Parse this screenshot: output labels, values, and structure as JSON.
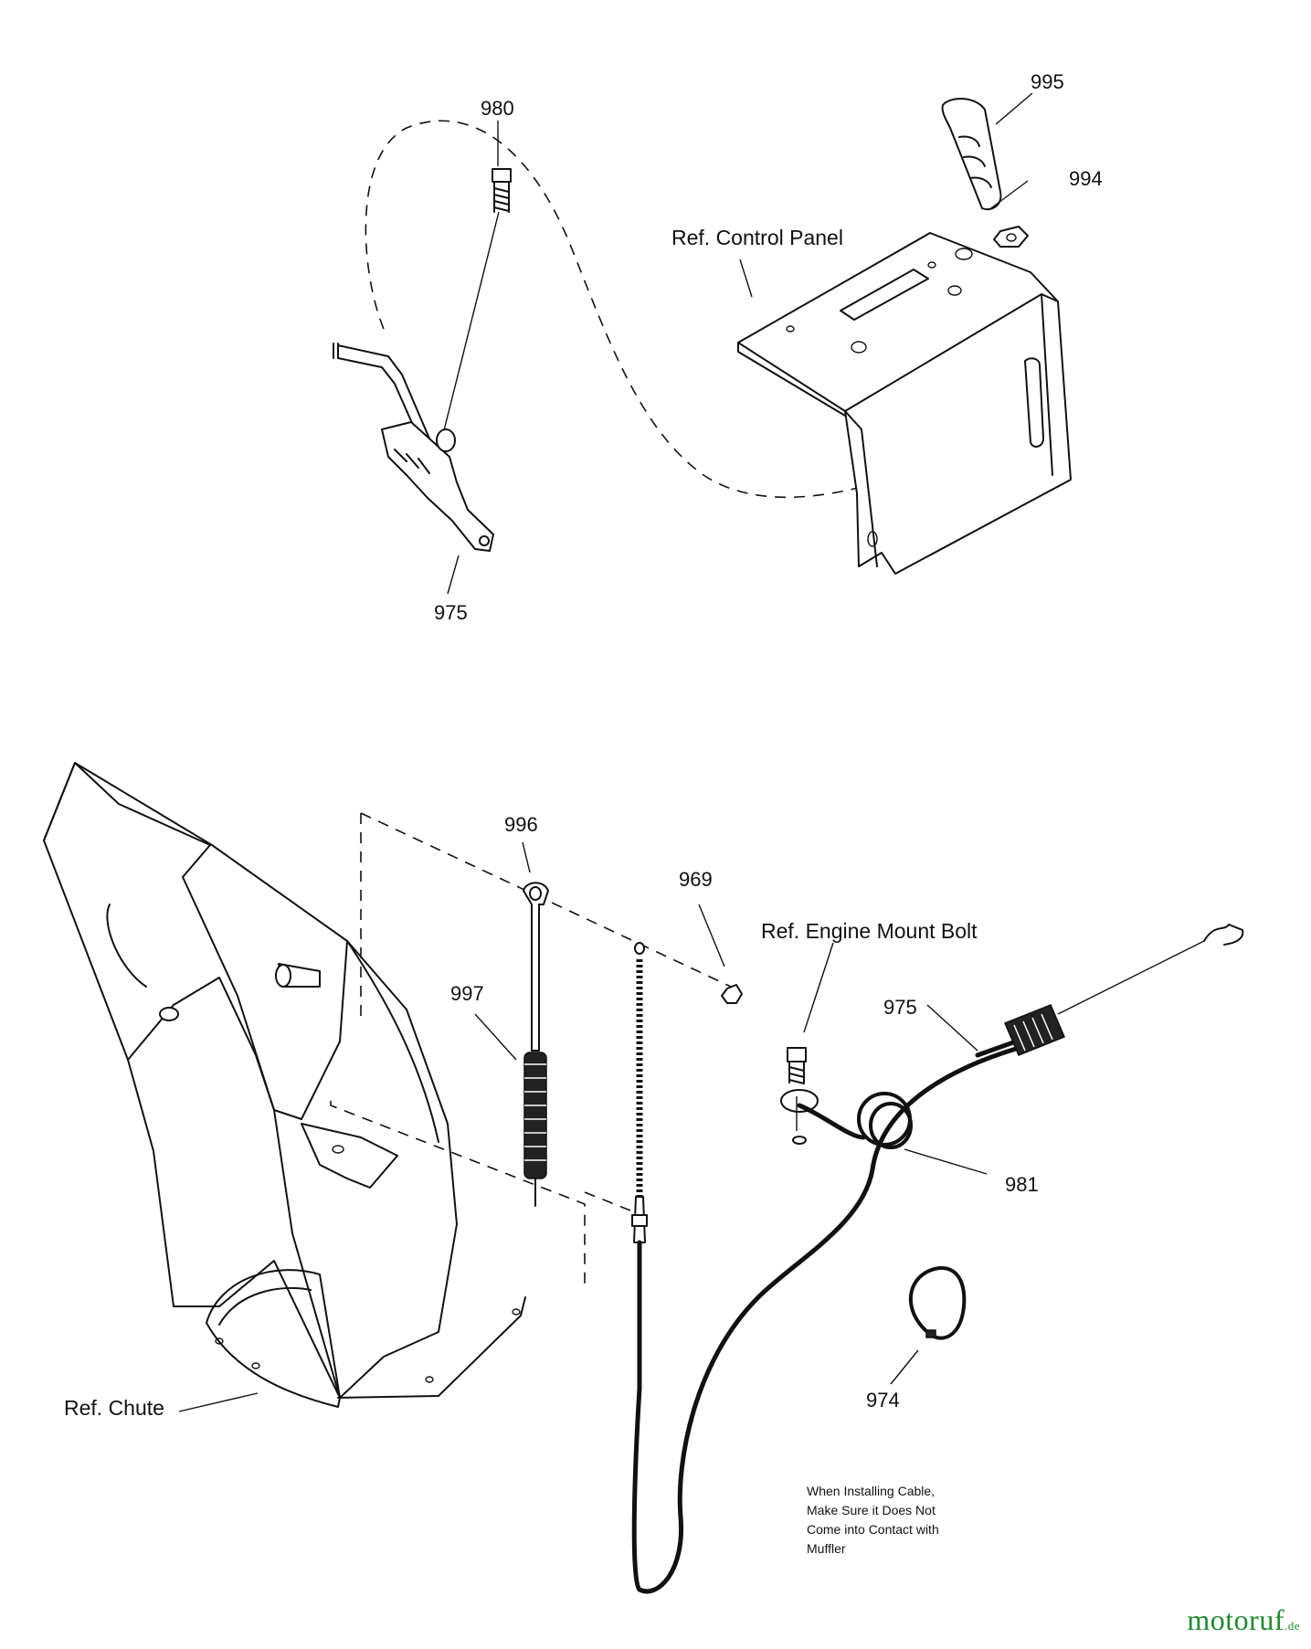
{
  "callouts": {
    "c980": "980",
    "c995": "995",
    "c994": "994",
    "c975_top": "975",
    "c996": "996",
    "c969": "969",
    "c997": "997",
    "c975_bottom": "975",
    "c981": "981",
    "c974": "974"
  },
  "refs": {
    "control_panel": "Ref. Control Panel",
    "engine_mount_bolt": "Ref. Engine Mount Bolt",
    "chute": "Ref.  Chute"
  },
  "note": {
    "line1": "When Installing Cable,",
    "line2": "Make Sure it Does Not",
    "line3": "Come into Contact with",
    "line4": "Muffler"
  },
  "logo": {
    "text": "motoruf",
    "tld": ".de"
  }
}
